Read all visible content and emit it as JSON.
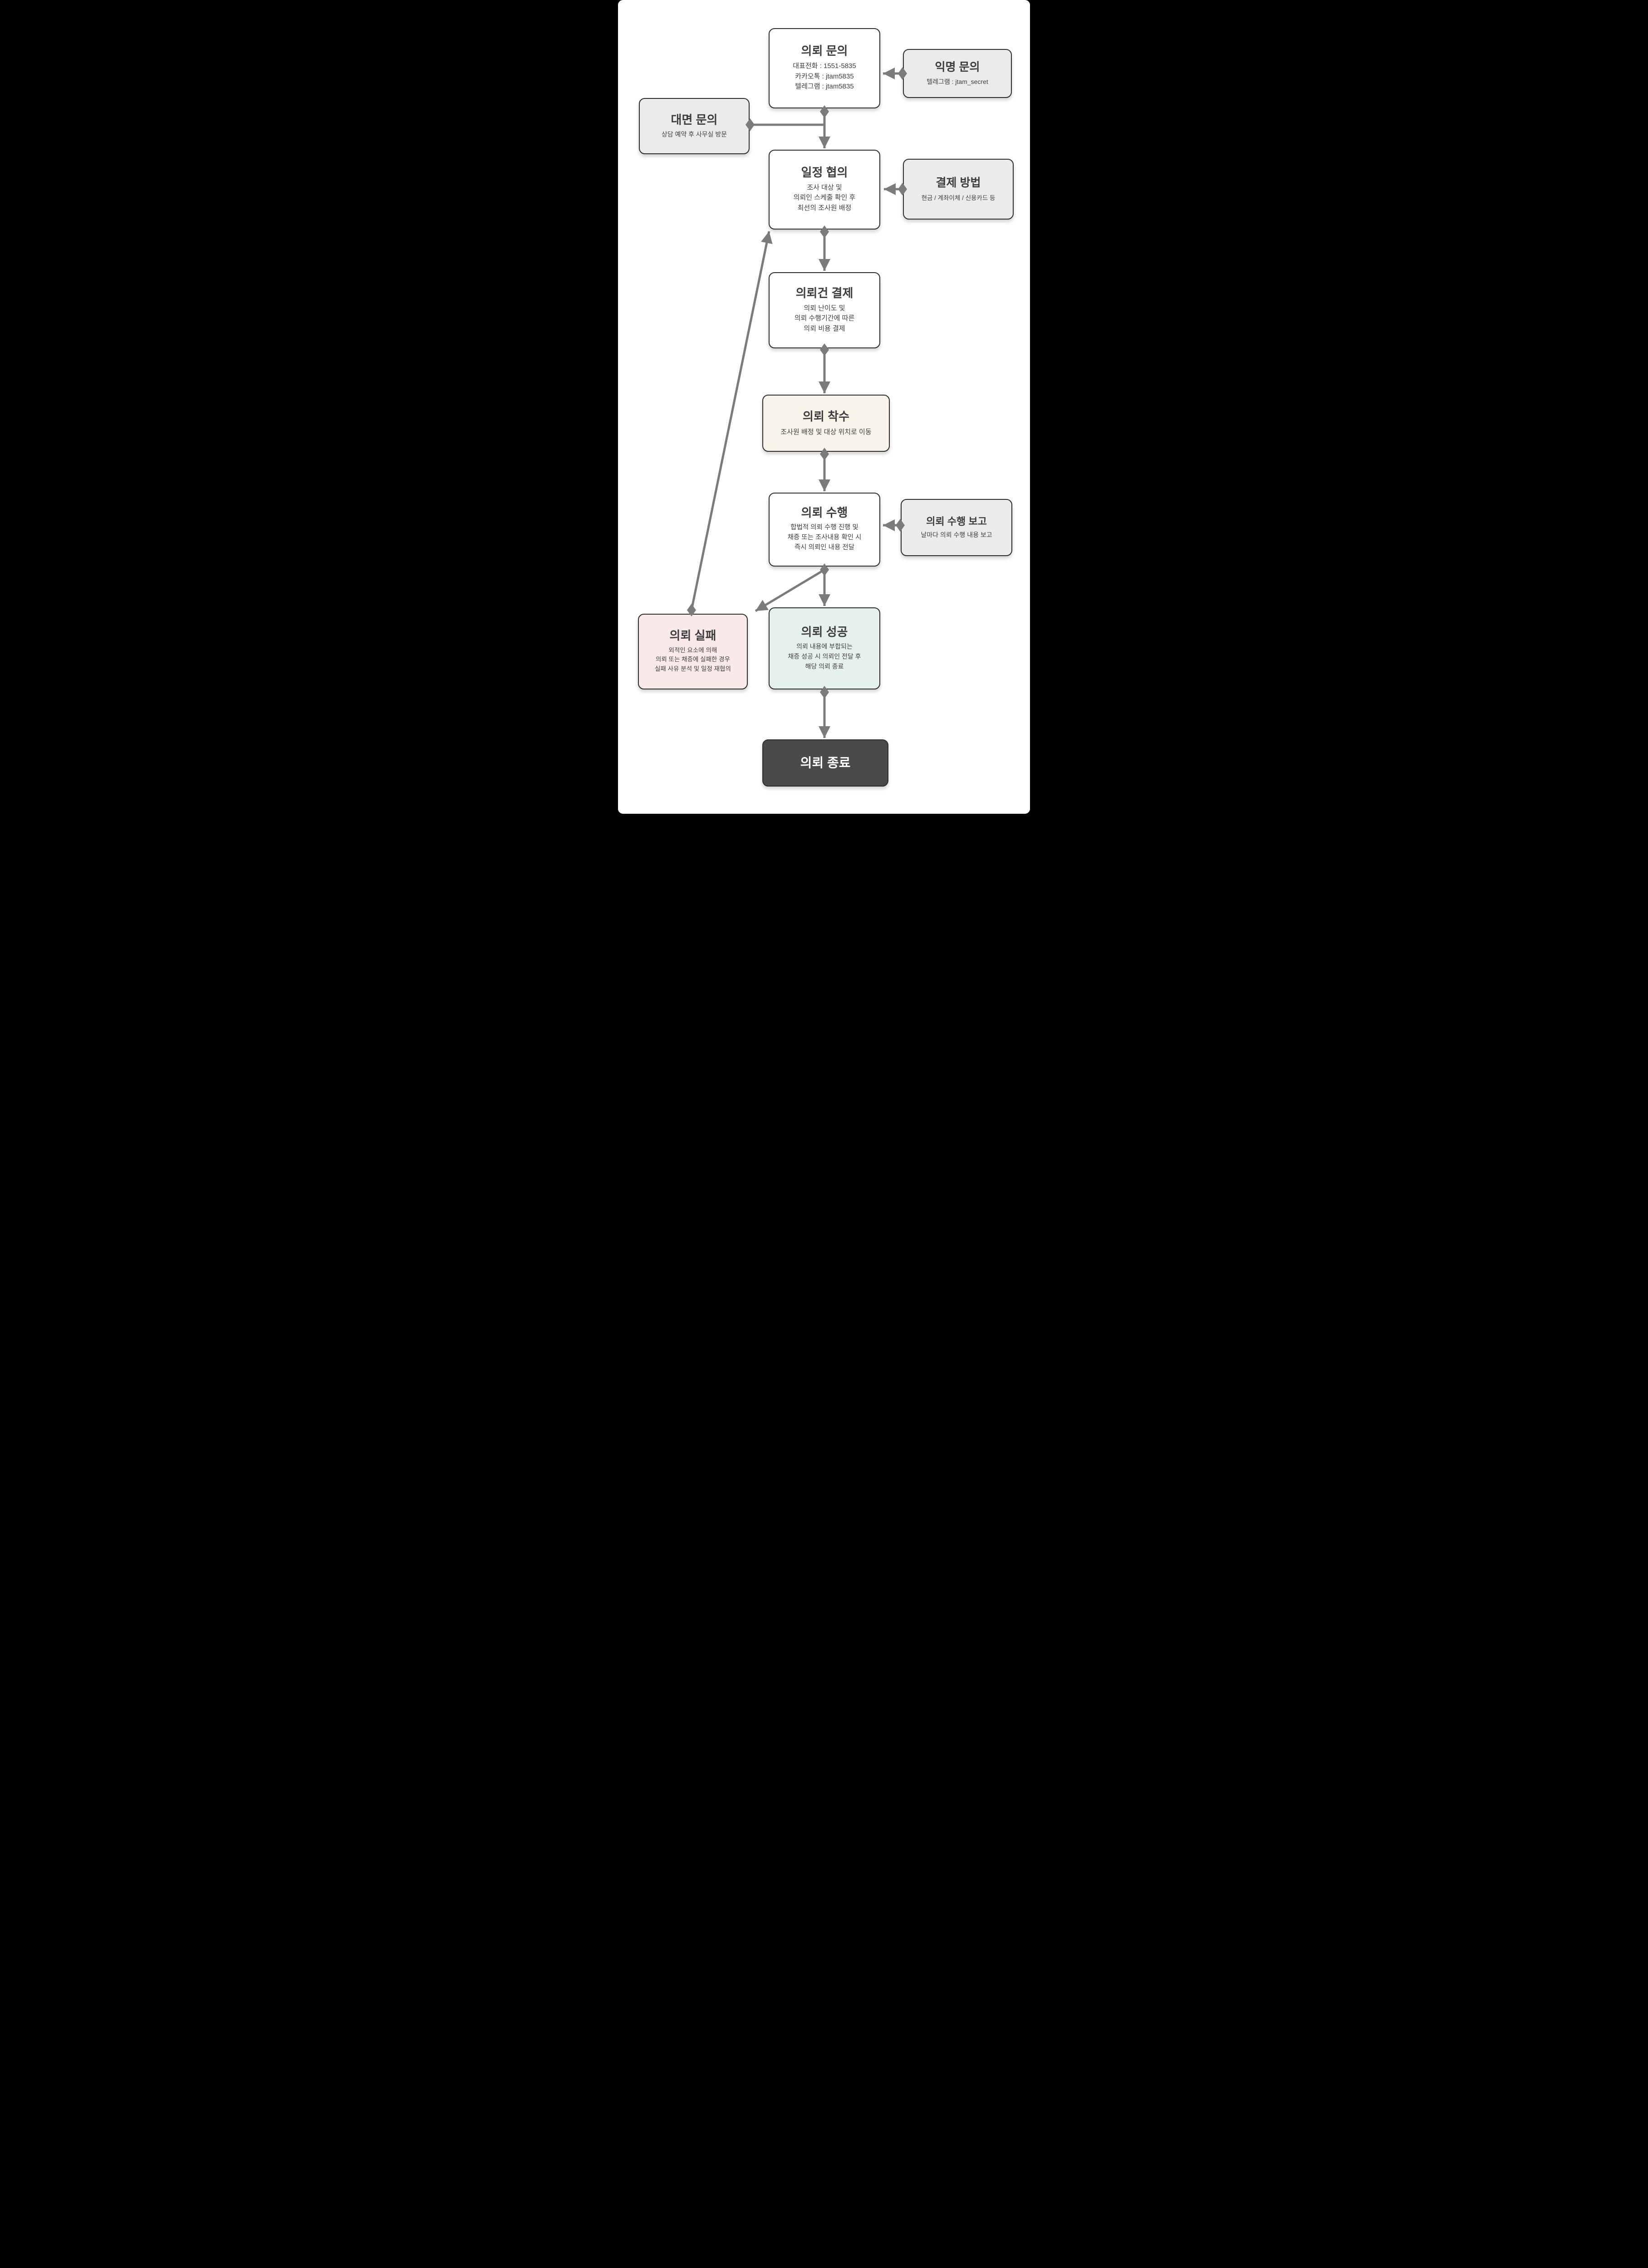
{
  "diagram": {
    "type": "flowchart",
    "language": "Korean",
    "background_color": "#ffffff",
    "frame_color": "#000000",
    "connector_color": "#7b7b7b",
    "border_color": "#2e2e2e",
    "node_colors": {
      "default": "#ffffff",
      "side_note": "#ebebeb",
      "start_step": "#f8f4ea",
      "failure": "#fae9e9",
      "success": "#e5f2eb",
      "end": "#4a4a4a"
    }
  },
  "nodes": {
    "request_inquiry": {
      "title": "의뢰 문의",
      "lines": [
        "대표전화 : 1551-5835",
        "카카오톡 : jtam5835",
        "텔레그램 : jtam5835"
      ]
    },
    "anonymous_inquiry": {
      "title": "익명 문의",
      "lines": [
        "텔레그램 : jtam_secret"
      ]
    },
    "in_person_inquiry": {
      "title": "대면 문의",
      "lines": [
        "상담 예약 후 사무실 방문"
      ]
    },
    "schedule_consultation": {
      "title": "일정 협의",
      "lines": [
        "조사 대상 및",
        "의뢰인 스케줄 확인 후",
        "최선의 조사원 배정"
      ]
    },
    "payment_methods": {
      "title": "결제 방법",
      "lines": [
        "현금 / 계좌이체 / 신용카드 등"
      ]
    },
    "case_payment": {
      "title": "의뢰건 결제",
      "lines": [
        "의뢰 난이도 및",
        "의뢰 수행기간에 따른",
        "의뢰 비용 결제"
      ]
    },
    "case_start": {
      "title": "의뢰 착수",
      "lines": [
        "조사원 배정 및 대상 위치로 이동"
      ]
    },
    "case_execution": {
      "title": "의뢰 수행",
      "lines": [
        "합법적 의뢰 수행 진행 및",
        "채증 또는 조사내용 확인 시",
        "즉시 의뢰인 내용 전달"
      ]
    },
    "execution_report": {
      "title": "의뢰 수행 보고",
      "lines": [
        "날마다 의뢰 수행 내용 보고"
      ]
    },
    "case_failure": {
      "title": "의뢰 실패",
      "lines": [
        "외적인 요소에 의해",
        "의뢰 또는 채증에 실패한 경우",
        "실패 사유 분석 및 일정 재협의"
      ]
    },
    "case_success": {
      "title": "의뢰 성공",
      "lines": [
        "의뢰 내용에 부합되는",
        "채증 성공 시 의뢰인 전달 후",
        "해당 의뢰 종료"
      ]
    },
    "case_end": {
      "title": "의뢰 종료"
    }
  },
  "edges": [
    {
      "from": "anonymous_inquiry",
      "to": "request_inquiry"
    },
    {
      "from": "request_inquiry",
      "to": "schedule_consultation"
    },
    {
      "from": "in_person_inquiry",
      "to": "schedule_consultation"
    },
    {
      "from": "payment_methods",
      "to": "schedule_consultation"
    },
    {
      "from": "schedule_consultation",
      "to": "case_payment"
    },
    {
      "from": "case_payment",
      "to": "case_start"
    },
    {
      "from": "case_start",
      "to": "case_execution"
    },
    {
      "from": "execution_report",
      "to": "case_execution"
    },
    {
      "from": "case_execution",
      "to": "case_success"
    },
    {
      "from": "case_execution",
      "to": "case_failure"
    },
    {
      "from": "case_failure",
      "to": "schedule_consultation"
    },
    {
      "from": "case_success",
      "to": "case_end"
    }
  ]
}
